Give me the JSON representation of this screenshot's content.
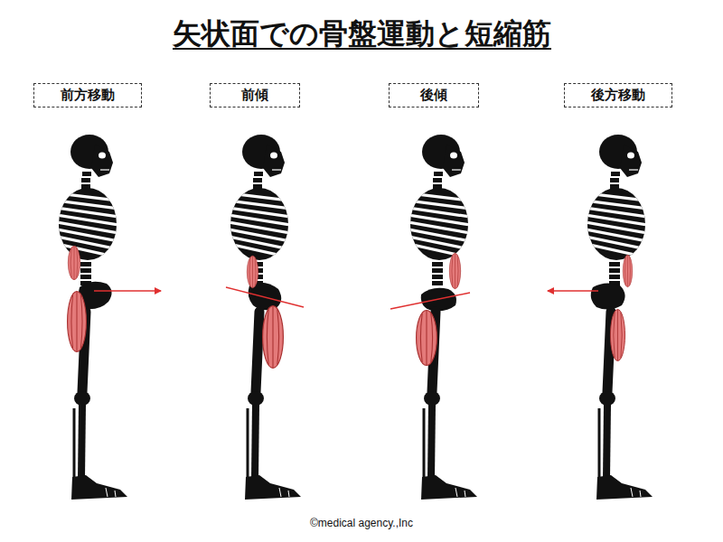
{
  "diagram": {
    "title": "矢状面での骨盤運動と短縮筋",
    "nodes": [
      {
        "text": [
          "前方移動"
        ]
      },
      {
        "text": [
          "前傾"
        ]
      },
      {
        "text": [
          "後傾"
        ]
      },
      {
        "text": [
          "後方移動"
        ]
      }
    ],
    "labels": [
      "©medical agency.,Inc"
    ]
  }
}
